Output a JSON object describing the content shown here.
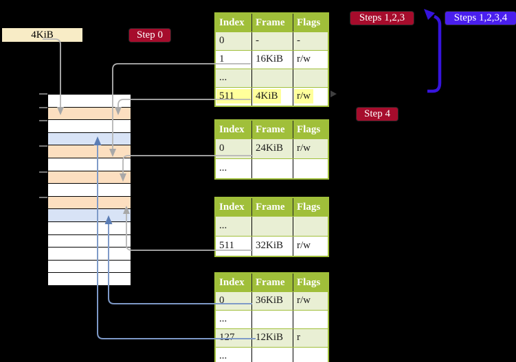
{
  "figure": {
    "page_size_label": "4KiB",
    "columns": [
      "Index",
      "Frame",
      "Flags"
    ],
    "badges": {
      "step0": "Step 0",
      "steps123": "Steps 1,2,3",
      "steps1234": "Steps 1,2,3,4",
      "step4": "Step 4"
    },
    "tables": [
      {
        "name": "page-table-top",
        "rows": [
          {
            "index": "0",
            "frame": "-",
            "flags": "-"
          },
          {
            "index": "1",
            "frame": "16KiB",
            "flags": "r/w"
          },
          {
            "index": "...",
            "frame": "",
            "flags": ""
          },
          {
            "index": "511",
            "frame": "4KiB",
            "flags": "r/w",
            "highlighted": true
          }
        ]
      },
      {
        "name": "page-table-second",
        "rows": [
          {
            "index": "0",
            "frame": "24KiB",
            "flags": "r/w"
          },
          {
            "index": "...",
            "frame": "",
            "flags": ""
          }
        ]
      },
      {
        "name": "page-table-third",
        "rows": [
          {
            "index": "...",
            "frame": "",
            "flags": ""
          },
          {
            "index": "511",
            "frame": "32KiB",
            "flags": "r/w"
          }
        ]
      },
      {
        "name": "page-table-bottom",
        "rows": [
          {
            "index": "0",
            "frame": "36KiB",
            "flags": "r/w"
          },
          {
            "index": "...",
            "frame": "",
            "flags": ""
          },
          {
            "index": "127",
            "frame": "12KiB",
            "flags": "r"
          },
          {
            "index": "...",
            "frame": "",
            "flags": ""
          }
        ]
      }
    ],
    "memory_strip": {
      "rows": [
        "free",
        "table",
        "free",
        "page",
        "table",
        "free",
        "table",
        "free",
        "table",
        "page",
        "free",
        "free",
        "free",
        "free",
        "free"
      ]
    },
    "colors": {
      "table_green": "#a0bf3a",
      "row_green": "#e9efd4",
      "highlight_yellow": "#ffff9b",
      "frame_orange": "#fcdfc0",
      "frame_blue": "#d8e3f6",
      "label_cream": "#f8ecc6",
      "badge_red": "#a60c2c",
      "badge_blue": "#4a1fee",
      "loop_blue": "#3614dd",
      "connector_gray": "#b5b5b5",
      "connector_blue": "#7e9ac8",
      "arrow_blue_fill": "#5b7db5"
    }
  }
}
